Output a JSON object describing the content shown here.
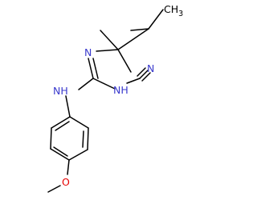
{
  "molecule": {
    "atoms": {
      "ch3_top": "CH",
      "ch3_top_sub": "3",
      "n_imine": "N",
      "nh_left": "NH",
      "nh_right": "NH",
      "n_nitrile": "N",
      "o_methoxy": "O"
    },
    "colors": {
      "bond": "#000000",
      "nitrogen": "#3a3acd",
      "oxygen": "#e60000"
    }
  }
}
